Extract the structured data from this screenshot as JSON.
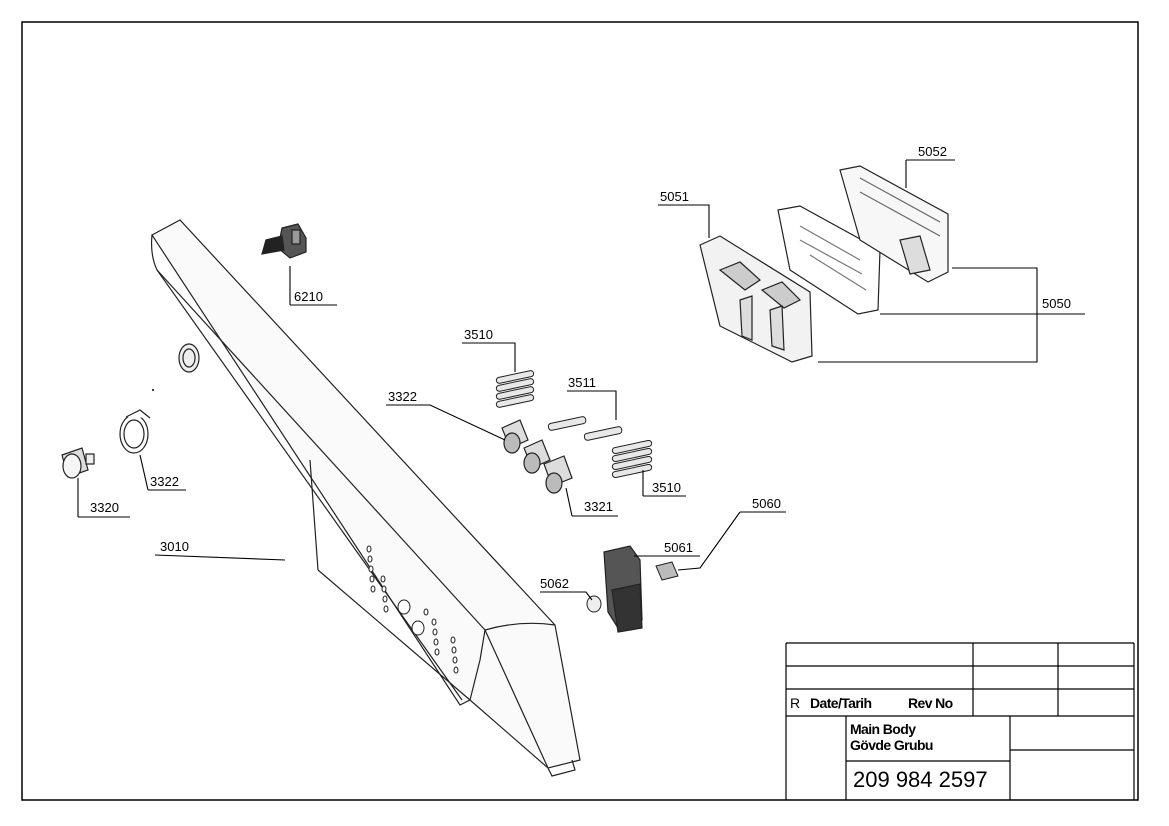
{
  "callouts": {
    "c6210": "6210",
    "c3510a": "3510",
    "c3322a": "3322",
    "c3511": "3511",
    "c3322b": "3322",
    "c3320": "3320",
    "c3010": "3010",
    "c3321": "3321",
    "c3510b": "3510",
    "c5051": "5051",
    "c5052": "5052",
    "c5050": "5050",
    "c5060": "5060",
    "c5061": "5061",
    "c5062": "5062"
  },
  "title_block": {
    "r_label": "R",
    "date_label": "Date/Tarih",
    "rev_label": "Rev No",
    "title_en": "Main Body",
    "title_tr": "Gövde Grubu",
    "part_number": "209 984 2597"
  }
}
